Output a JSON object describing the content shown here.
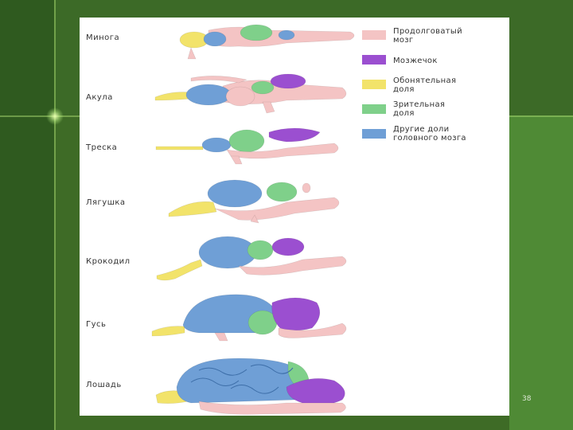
{
  "colors": {
    "medulla": "#f4c4c4",
    "cerebellum": "#9b4fd0",
    "olfactory": "#f2e36a",
    "optic": "#7fd08a",
    "other": "#6f9fd6",
    "bg": "#3e6b26"
  },
  "animals": [
    {
      "label": "Минога"
    },
    {
      "label": "Акула"
    },
    {
      "label": "Треска"
    },
    {
      "label": "Лягушка"
    },
    {
      "label": "Крокодил"
    },
    {
      "label": "Гусь"
    },
    {
      "label": "Лошадь"
    }
  ],
  "legend": [
    {
      "text": "Продолговатый\nмозг",
      "color": "#f4c4c4"
    },
    {
      "text": "Мозжечок",
      "color": "#9b4fd0"
    },
    {
      "text": "Обонятельная\nдоля",
      "color": "#f2e36a"
    },
    {
      "text": "Зрительная\nдоля",
      "color": "#7fd08a"
    },
    {
      "text": "Другие доли\nголовного мозга",
      "color": "#6f9fd6"
    }
  ],
  "page_number": "38"
}
